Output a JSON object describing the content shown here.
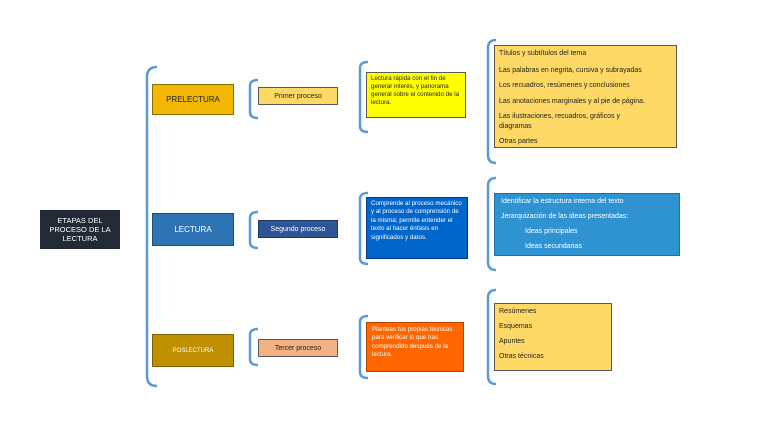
{
  "root": {
    "label": "ETAPAS DEL PROCESO DE LA LECTURA"
  },
  "colors": {
    "root": "#222a35",
    "prelectura": "#f2b705",
    "lectura": "#2e74b5",
    "poslectura": "#bf9000",
    "proceso_1": "#ffd966",
    "proceso_2": "#2f5597",
    "proceso_3": "#f4b183",
    "desc_1": "#ffff00",
    "desc_2": "#0066cc",
    "desc_3": "#ff6600",
    "list_1": "#ffd966",
    "list_2": "#2f93d1",
    "list_3": "#ffd966",
    "bracket": "#5b9bd5"
  },
  "stages": [
    {
      "name": "PRELECTURA",
      "process": "Primer proceso",
      "description": "Lectura rápida con el fin de generar interés, y panorama general sobre el contenido de la lectura.",
      "items": [
        "Títulos y subtítulos del tema",
        "Las palabras en negrita, cursiva y subrayadas",
        "Los recuadros, resúmenes y conclusiones",
        "Las anotaciones marginales y al pie de página.",
        "Las ilustraciones, recuadros, gráficos y diagramas",
        "Otras partes"
      ]
    },
    {
      "name": "LECTURA",
      "process": "Segundo proceso",
      "description": "Comprende al proceso mecánico y al proceso de comprensión de la misma; permite entender el texto al hacer énfasis en significados y datos.",
      "items": [
        "Identificar la estructura interna del texto",
        "Jerarquización de las ideas presentadas:",
        "Ideas principales",
        "Ideas secundarias"
      ]
    },
    {
      "name": "POSLECTURA",
      "process": "Tercer proceso",
      "description": "Planteas tus propias técnicas para verificar lo que has comprendido después de la lectura.",
      "items": [
        "Resúmenes",
        "Esquemas",
        "Apuntes",
        "Otras técnicas"
      ]
    }
  ]
}
